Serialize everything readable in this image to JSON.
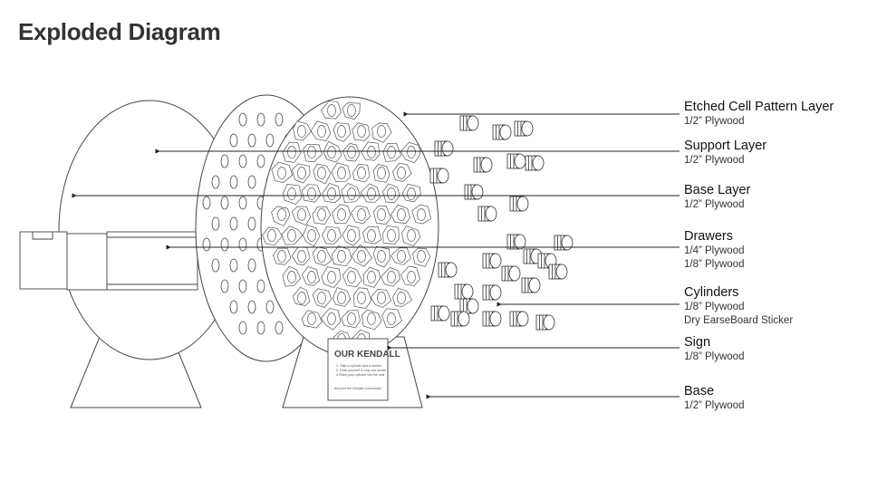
{
  "title": "Exploded Diagram",
  "components": [
    {
      "name": "Etched Cell Pattern Layer",
      "materials": [
        "1/2” Plywood"
      ]
    },
    {
      "name": "Support Layer",
      "materials": [
        "1/2” Plywood"
      ]
    },
    {
      "name": "Base Layer",
      "materials": [
        "1/2” Plywood"
      ]
    },
    {
      "name": "Drawers",
      "materials": [
        "1/4” Plywood",
        "1/8” Plywood"
      ]
    },
    {
      "name": "Cylinders",
      "materials": [
        "1/8” Plywood",
        "Dry EarseBoard Sticker"
      ]
    },
    {
      "name": "Sign",
      "materials": [
        "1/8” Plywood"
      ]
    },
    {
      "name": "Base",
      "materials": [
        "1/2” Plywood"
      ]
    }
  ],
  "sign": {
    "title": "OUR KENDALL",
    "steps": [
      "1. Take a cylinder and a marker",
      "2. Draw yourself in only one stroke",
      "3.Place your cylinder into the wall"
    ],
    "footer": "And join the Kendall Community!"
  }
}
